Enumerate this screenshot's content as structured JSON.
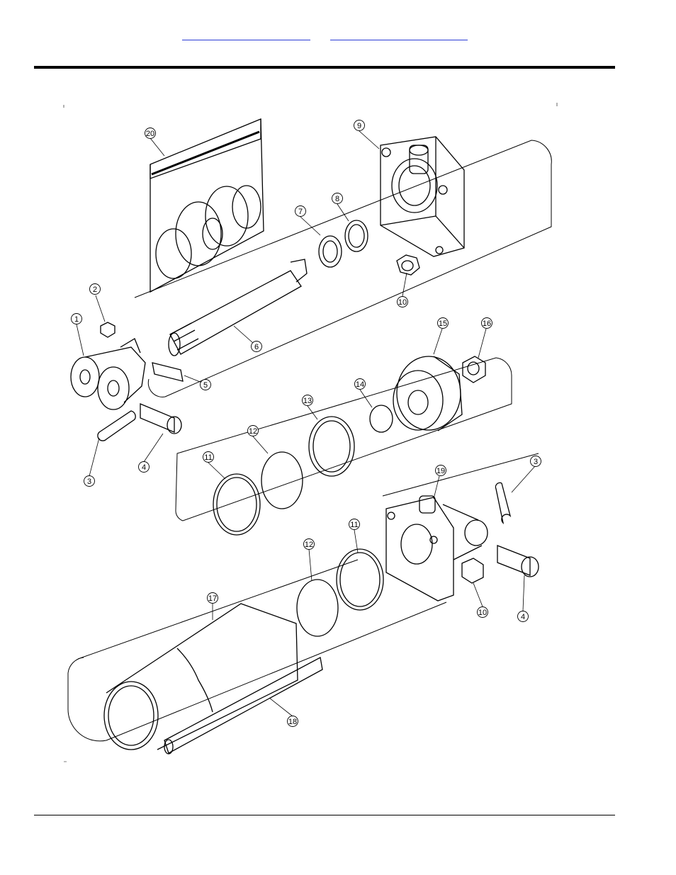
{
  "header": {
    "links": [
      "",
      ""
    ]
  },
  "diagram": {
    "callouts": [
      "20",
      "9",
      "8",
      "7",
      "10",
      "2",
      "1",
      "6",
      "5",
      "15",
      "16",
      "14",
      "13",
      "12",
      "11",
      "4",
      "3",
      "19",
      "3",
      "11",
      "12",
      "17",
      "10",
      "4",
      "18"
    ]
  }
}
